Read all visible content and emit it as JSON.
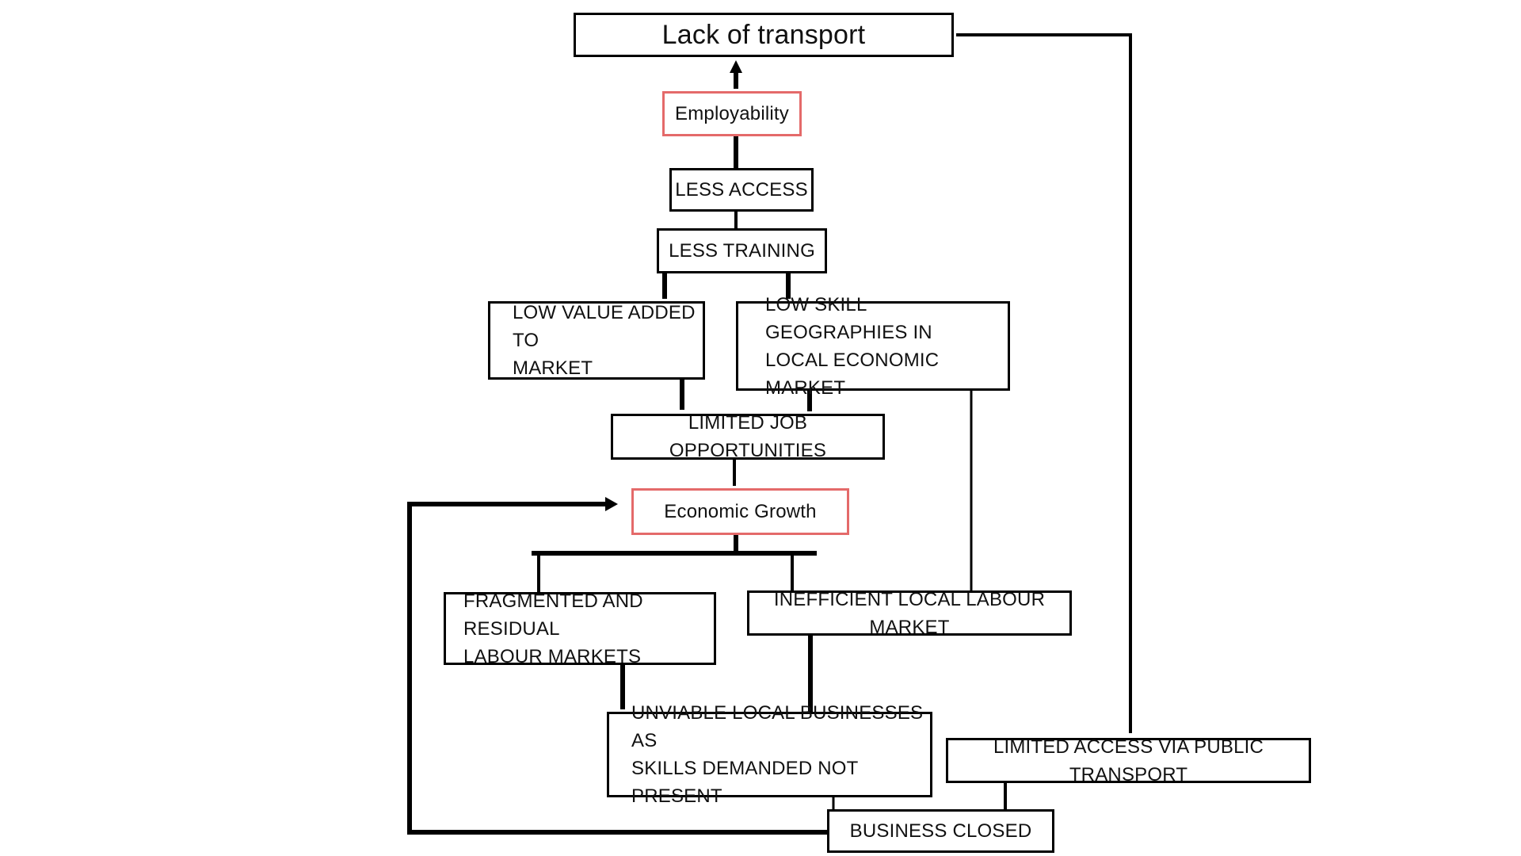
{
  "diagram": {
    "colors": {
      "line": "#000000",
      "box_border": "#000000",
      "highlight_border": "#e46a6a",
      "text": "#111111",
      "background": "#ffffff"
    },
    "nodes": {
      "lack_of_transport": "Lack of transport",
      "employability": "Employability",
      "less_access": "LESS ACCESS",
      "less_training": "LESS TRAINING",
      "low_value_added": "LOW VALUE ADDED TO\nMARKET",
      "low_skill_geographies": "LOW SKILL GEOGRAPHIES IN\nLOCAL ECONOMIC MARKET",
      "limited_job_opportunities": "LIMITED JOB OPPORTUNITIES",
      "economic_growth": "Economic Growth",
      "fragmented_labour_markets": "FRAGMENTED AND RESIDUAL\nLABOUR MARKETS",
      "inefficient_labour_market": "INEFFICIENT LOCAL LABOUR MARKET",
      "unviable_businesses": "UNVIABLE LOCAL BUSINESSES AS\nSKILLS DEMANDED NOT PRESENT",
      "limited_public_transport": "LIMITED ACCESS VIA PUBLIC TRANSPORT",
      "business_closed": "BUSINESS CLOSED"
    }
  }
}
